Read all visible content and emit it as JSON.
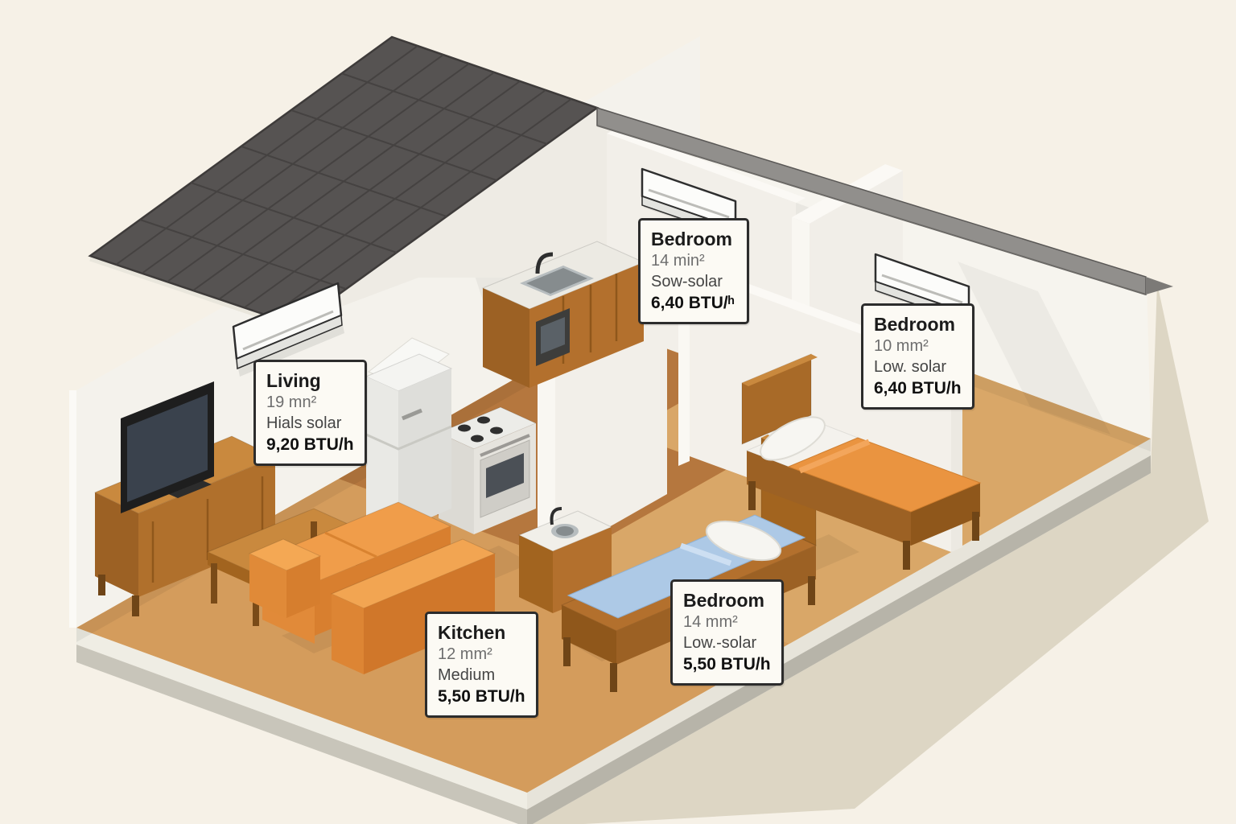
{
  "scene": {
    "description": "Isometric cutaway illustration of a house showing per-room cooling (BTU) labels",
    "colors": {
      "background": "#f6f1e7",
      "roof": "#565352",
      "walls": "#f4f2ec",
      "floor_wood": "#d49c5c",
      "floor_kitchen": "#b5773e",
      "sofa_orange": "#ee9b48",
      "bed_blanket_orange": "#ea9440",
      "bed_mattress_blue": "#adc9e6",
      "label_border": "#2c2c2c",
      "label_background": "#fcfaf4"
    },
    "ac_unit_count": 3
  },
  "labels": [
    {
      "id": "living",
      "room": "Living",
      "area": "19 mn²",
      "solar": "Hials solar",
      "btu": "9,20 BTU/h"
    },
    {
      "id": "bedroom-back",
      "room": "Bedroom",
      "area": "14 min²",
      "solar": "Sow-solar",
      "btu": "6,40 BTU/ʰ"
    },
    {
      "id": "bedroom-right",
      "room": "Bedroom",
      "area": "10 mm²",
      "solar": "Low. solar",
      "btu": "6,40 BTU/h"
    },
    {
      "id": "kitchen",
      "room": "Kitchen",
      "area": "12 mm²",
      "solar": "Medium",
      "btu": "5,50 BTU/h"
    },
    {
      "id": "bedroom-front",
      "room": "Bedroom",
      "area": "14 mm²",
      "solar": "Low.-solar",
      "btu": "5,50 BTU/h"
    }
  ]
}
